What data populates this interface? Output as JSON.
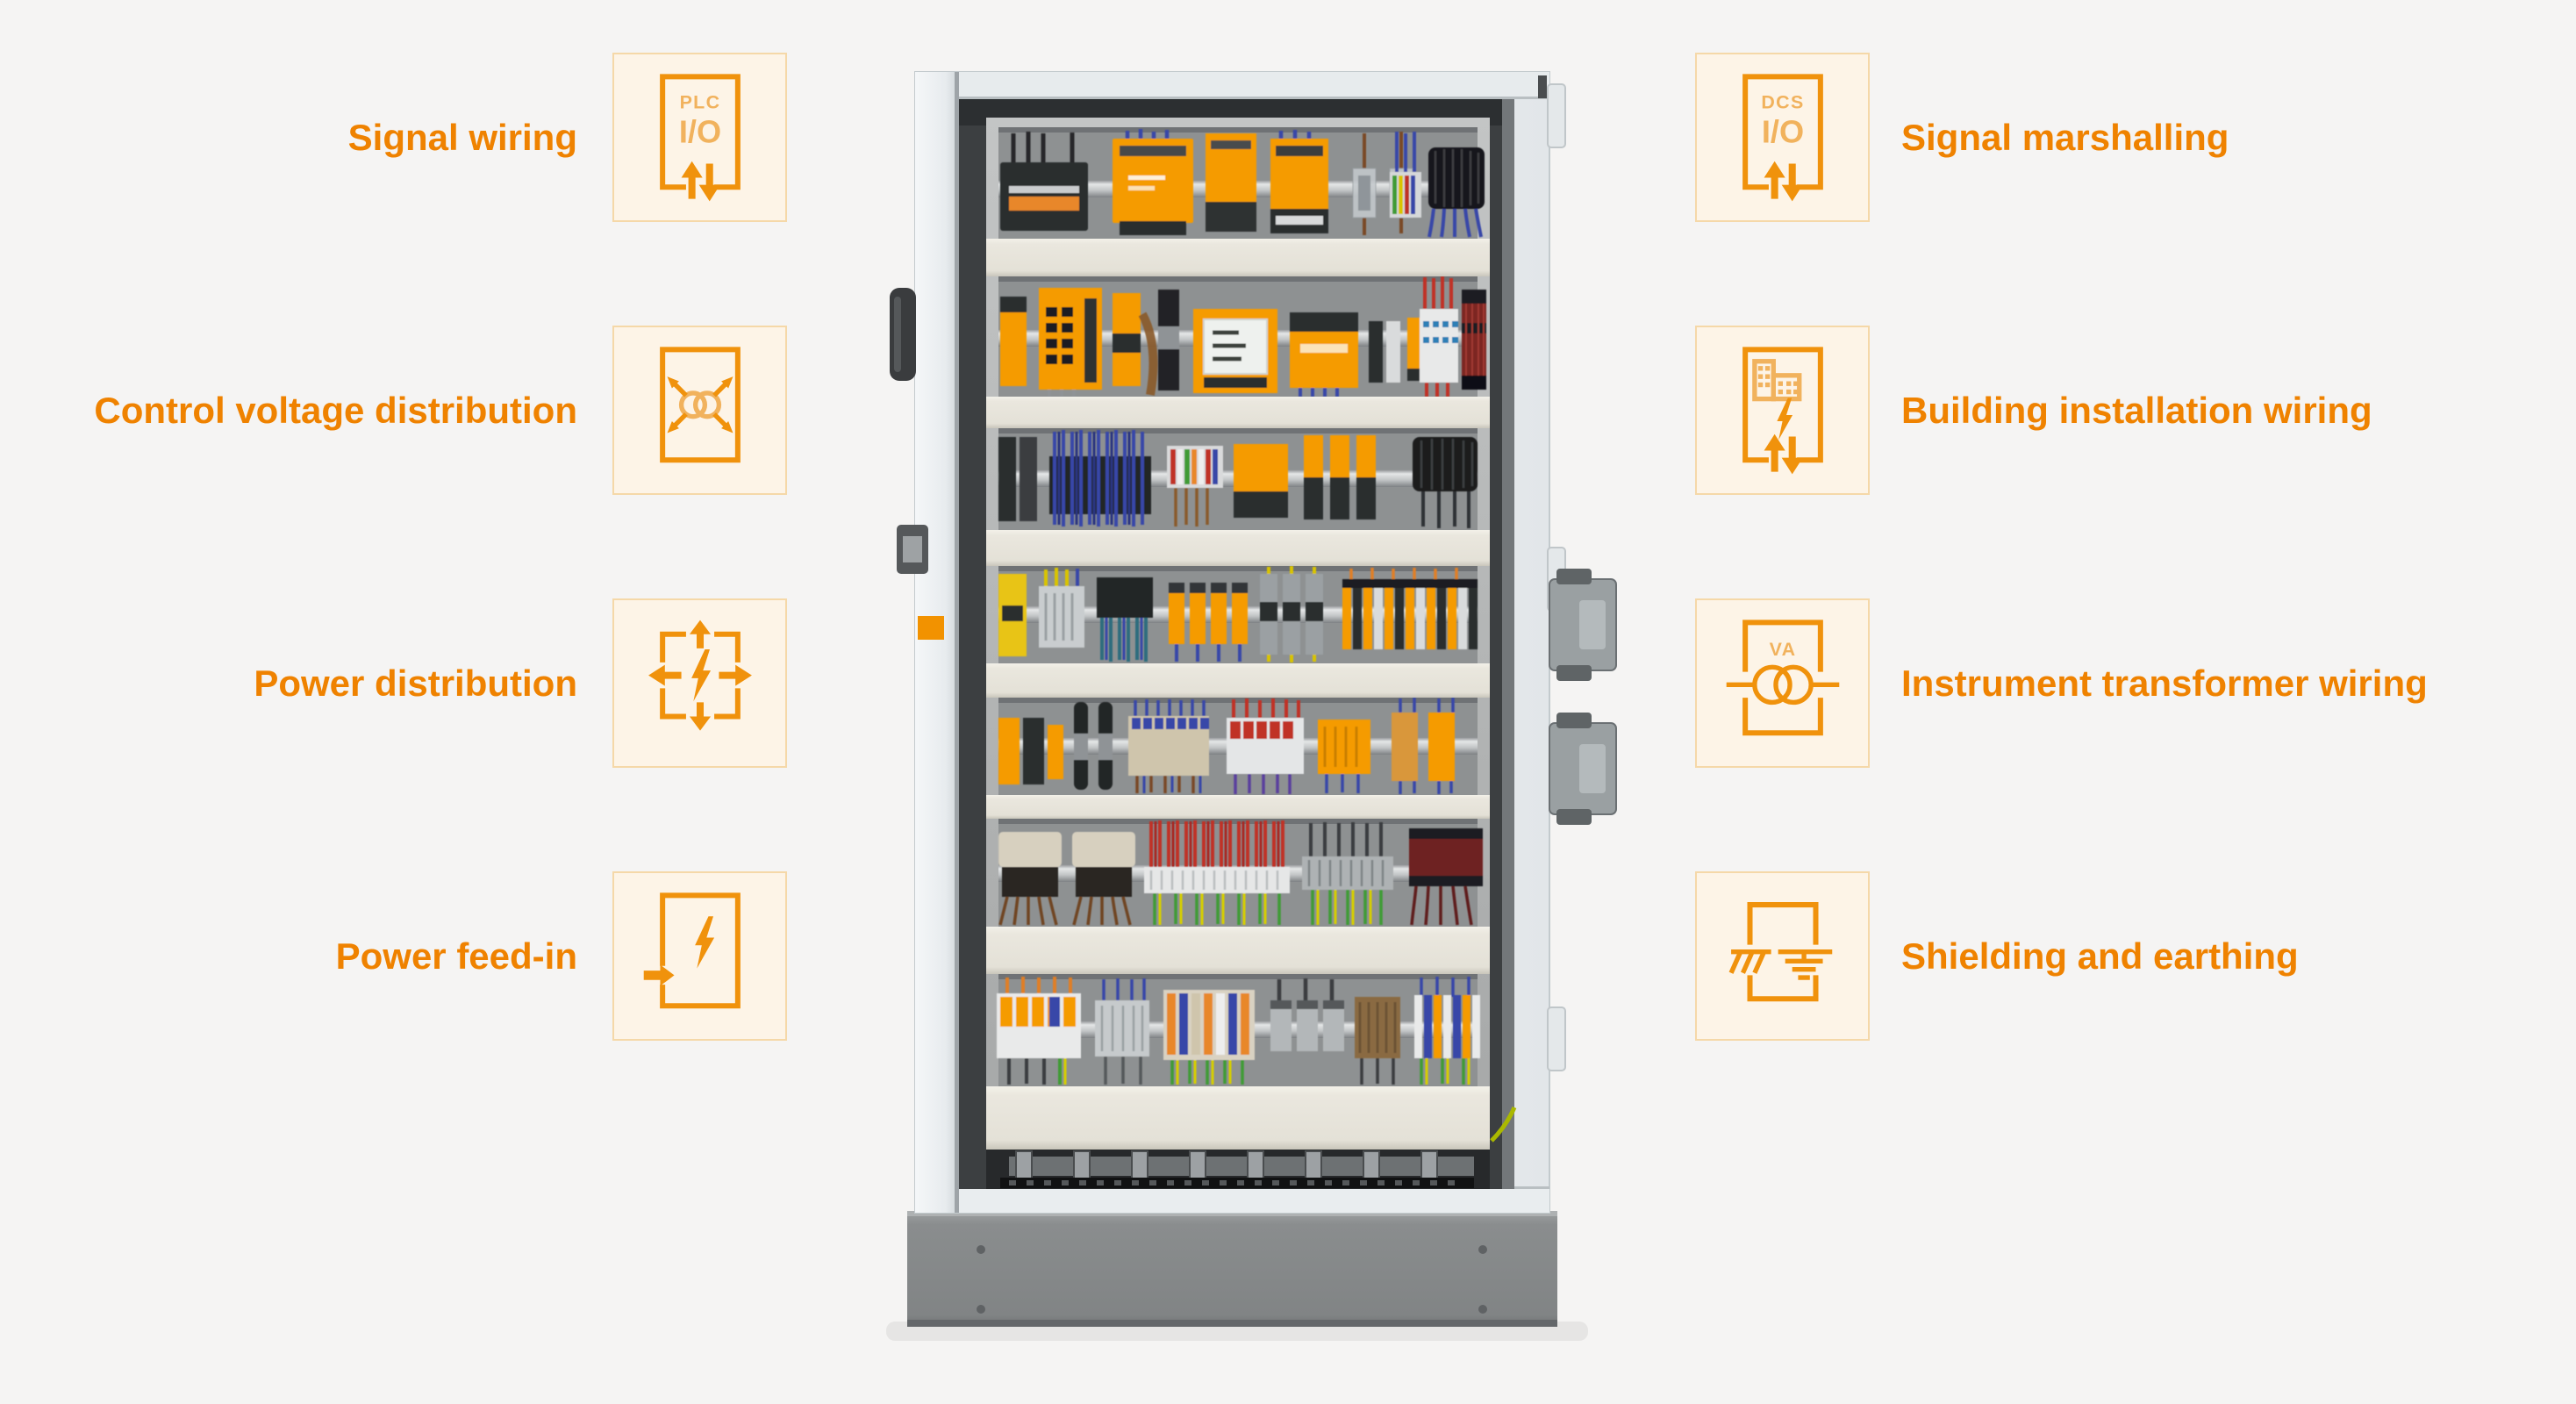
{
  "callouts": {
    "left": [
      {
        "label": "Signal wiring",
        "icon": "plc-io-icon"
      },
      {
        "label": "Control voltage distribution",
        "icon": "distribution-node-icon"
      },
      {
        "label": "Power distribution",
        "icon": "power-distribution-icon"
      },
      {
        "label": "Power feed-in",
        "icon": "power-feed-in-icon"
      }
    ],
    "right": [
      {
        "label": "Signal marshalling",
        "icon": "dcs-io-icon"
      },
      {
        "label": "Building installation wiring",
        "icon": "building-installation-icon"
      },
      {
        "label": "Instrument transformer wiring",
        "icon": "instrument-transformer-icon"
      },
      {
        "label": "Shielding and earthing",
        "icon": "shielding-earthing-icon"
      }
    ]
  },
  "icon_texts": {
    "plc": "PLC",
    "dcs": "DCS",
    "io": "I/O",
    "va": "VA"
  },
  "palette": {
    "label_orange": "#ef8200",
    "icon_stroke": "#f0920c",
    "icon_stroke_light": "#f1b25d",
    "icon_tile_bg": "#fdf4e7",
    "icon_tile_border": "#f5d8a8",
    "page_bg": "#f5f4f3"
  }
}
